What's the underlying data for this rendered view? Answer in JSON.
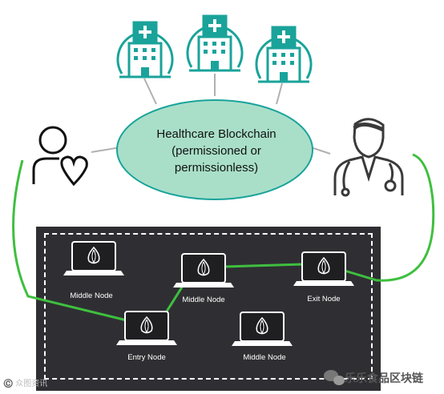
{
  "diagram": {
    "center": {
      "line1": "Healthcare Blockchain",
      "line2": "(permissioned or",
      "line3": "permissionless)"
    },
    "nodes": {
      "middle_left": "Middle Node",
      "middle_top": "Middle Node",
      "exit": "Exit Node",
      "entry": "Entry Node",
      "middle_bottom": "Middle Node"
    },
    "icons": [
      "hospital-icon",
      "patient-heart-icon",
      "doctor-icon",
      "onion-laptop-icon"
    ],
    "colors": {
      "teal": "#1aa39a",
      "ellipse_fill": "#a9dfc9",
      "route_green": "#3fbf3f",
      "panel": "#2f2f33"
    }
  },
  "watermarks": {
    "left": "©️ 众图资讯",
    "right": "乐乐食品区块链"
  }
}
